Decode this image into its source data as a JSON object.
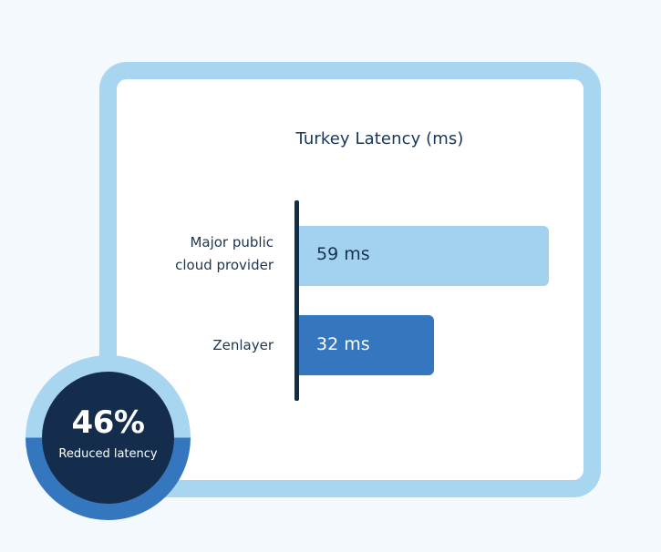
{
  "chart_data": {
    "type": "bar",
    "orientation": "horizontal",
    "title": "Turkey Latency (ms)",
    "categories": [
      "Major public cloud provider",
      "Zenlayer"
    ],
    "category_lines": [
      [
        "Major public",
        "cloud provider"
      ],
      [
        "Zenlayer"
      ]
    ],
    "values": [
      59,
      32
    ],
    "value_labels": [
      "59 ms",
      "32 ms"
    ],
    "xlim": [
      0,
      59
    ],
    "bar_colors": [
      "#a3d2f1",
      "#3577bf"
    ]
  },
  "stat": {
    "value": "46%",
    "label": "Reduced latency",
    "ring_colors": {
      "outer_top": "#a8d6f0",
      "outer_bottom": "#3577bf",
      "inner": "#142d4c"
    }
  },
  "colors": {
    "background": "#f3f9fd",
    "frame": "#a8d6f0",
    "axis": "#0f2e4a",
    "title_text": "#16365a"
  }
}
